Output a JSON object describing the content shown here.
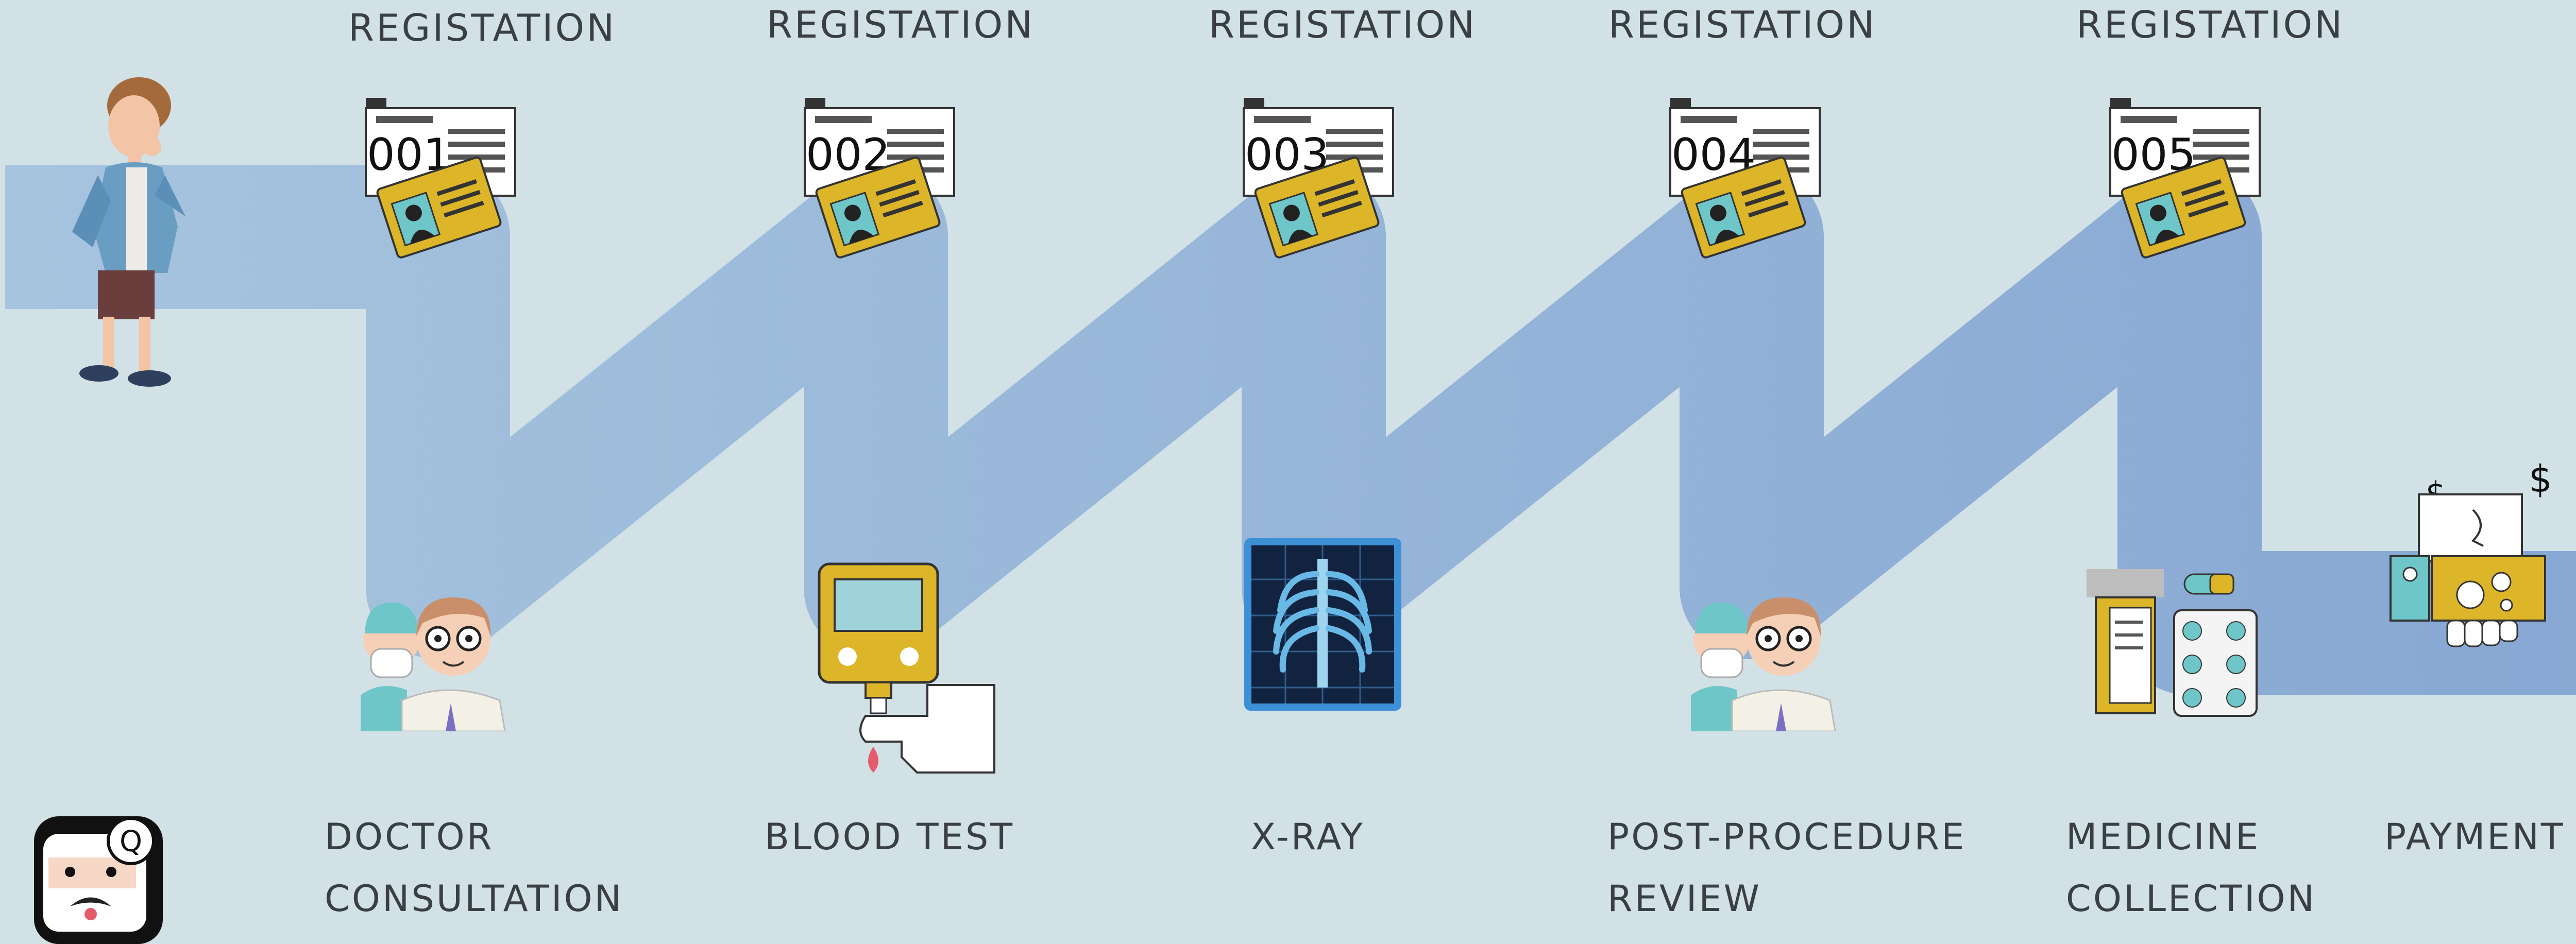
{
  "registration": {
    "label": "REGISTATION",
    "cards": [
      {
        "number": "001"
      },
      {
        "number": "002"
      },
      {
        "number": "003"
      },
      {
        "number": "004"
      },
      {
        "number": "005"
      }
    ]
  },
  "stages": [
    {
      "line1": "DOCTOR",
      "line2": "CONSULTATION",
      "icon": "doctor-nurse-icon"
    },
    {
      "line1": "BLOOD TEST",
      "line2": "",
      "icon": "blood-test-icon"
    },
    {
      "line1": "X-RAY",
      "line2": "",
      "icon": "xray-icon"
    },
    {
      "line1": "POST-PROCEDURE",
      "line2": "REVIEW",
      "icon": "doctor-nurse-icon"
    },
    {
      "line1": "MEDICINE",
      "line2": "COLLECTION",
      "icon": "medicine-icon"
    },
    {
      "line1": "PAYMENT",
      "line2": "",
      "icon": "payment-icon"
    }
  ],
  "payment_symbol": "$",
  "badge_symbol": "Q",
  "colors": {
    "background": "#d1e1e6",
    "path_light": "#a6c4de",
    "path_dark": "#88a9d4",
    "text": "#3a3f44",
    "card_yellow": "#dcb529",
    "teal": "#6ec6c8",
    "xray_blue": "#3d8fd6"
  }
}
